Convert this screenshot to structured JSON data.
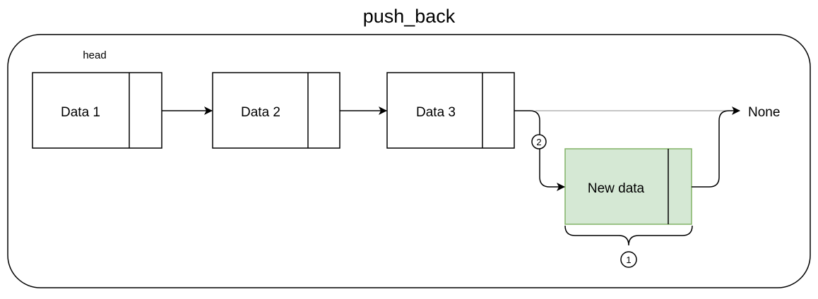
{
  "title": "push_back",
  "head_label": "head",
  "nodes": [
    {
      "id": "data1",
      "label": "Data 1"
    },
    {
      "id": "data2",
      "label": "Data 2"
    },
    {
      "id": "data3",
      "label": "Data 3"
    },
    {
      "id": "new",
      "label": "New data",
      "highlight_fill": "#d5e8d4",
      "highlight_stroke": "#82b366"
    }
  ],
  "terminal_label": "None",
  "steps": [
    "1",
    "2"
  ],
  "colors": {
    "stroke": "#000000",
    "replaced_link": "#b3b3b3",
    "new_node_fill": "#d5e8d4",
    "new_node_stroke": "#82b366"
  }
}
